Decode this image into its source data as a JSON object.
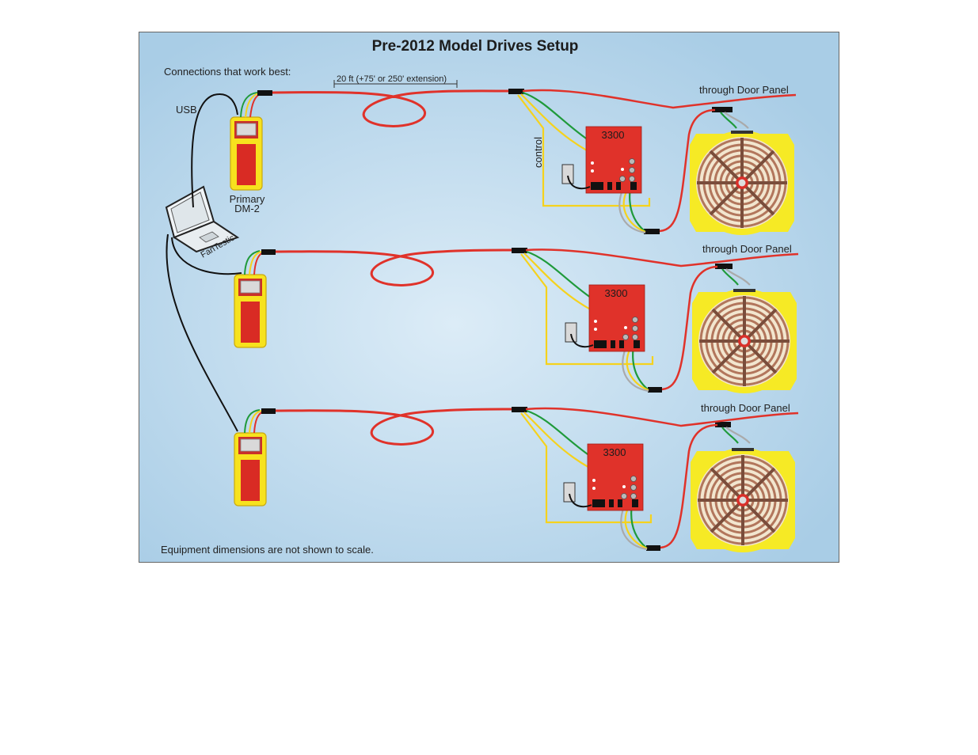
{
  "diagram": {
    "title": "Pre-2012 Model Drives Setup",
    "connections_label": "Connections that work best:",
    "usb_label": "USB",
    "cable_length_label": "20 ft (+75' or 250' extension)",
    "gauge_primary_label": "Primary",
    "gauge_model_label": "DM-2",
    "laptop_label": "FanTestic",
    "control_label": "control",
    "door_panel_label": "through Door Panel",
    "controller_model": "3300",
    "footnote": "Equipment dimensions are not shown to scale."
  },
  "colors": {
    "background_center": "#dcecf7",
    "background_edge": "#a9cde6",
    "cable_red": "#e0322a",
    "wire_green": "#1f9a3a",
    "wire_yellow": "#f5d21d",
    "gauge_yellow": "#f7e21e",
    "controller_red": "#e0322a",
    "fan_yellow": "#f6ea25",
    "fan_copper": "#b2765c"
  },
  "icons": [
    "laptop-icon",
    "gauge-icon",
    "controller-icon",
    "fan-icon",
    "connector-icon"
  ]
}
